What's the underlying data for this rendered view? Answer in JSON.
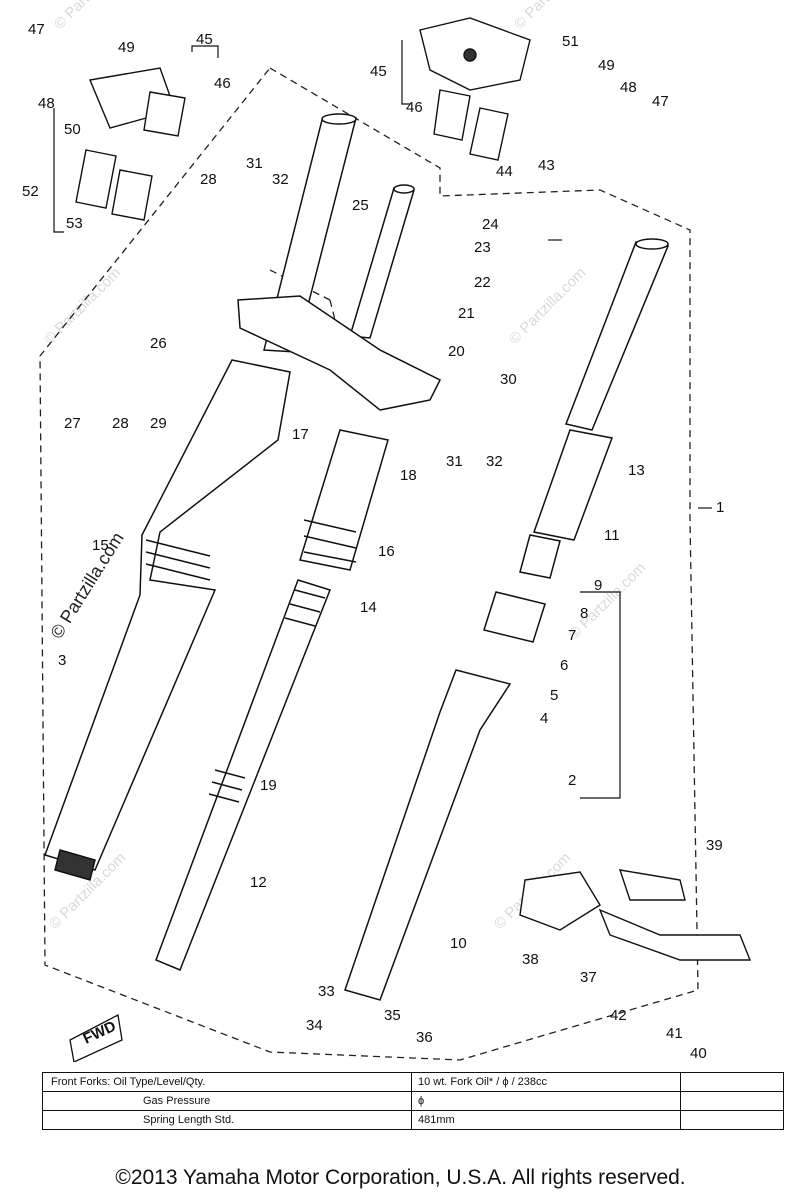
{
  "diagram": {
    "callouts": [
      "1",
      "2",
      "3",
      "4",
      "5",
      "6",
      "7",
      "8",
      "9",
      "10",
      "11",
      "12",
      "13",
      "14",
      "15",
      "16",
      "17",
      "18",
      "19",
      "20",
      "21",
      "22",
      "23",
      "24",
      "25",
      "26",
      "27",
      "28",
      "28",
      "29",
      "30",
      "31",
      "31",
      "32",
      "32",
      "33",
      "34",
      "35",
      "36",
      "37",
      "38",
      "39",
      "40",
      "41",
      "42",
      "43",
      "44",
      "45",
      "45",
      "46",
      "46",
      "47",
      "47",
      "48",
      "48",
      "49",
      "49",
      "50",
      "51",
      "52",
      "53"
    ],
    "watermark": "© Partzilla.com",
    "watermark_small": "© Partzilla.com",
    "fwd_tag": "FWD"
  },
  "spec_table": {
    "rows": [
      {
        "label": "Front Forks:  Oil Type/Level/Qty.",
        "value": "10 wt. Fork Oil* / ϕ / 238cc"
      },
      {
        "label": "Gas Pressure",
        "value": "ϕ"
      },
      {
        "label": "Spring Length Std.",
        "value": "481mm"
      }
    ]
  },
  "footer": {
    "copyright": "©2013 Yamaha Motor Corporation, U.S.A. All rights reserved."
  }
}
